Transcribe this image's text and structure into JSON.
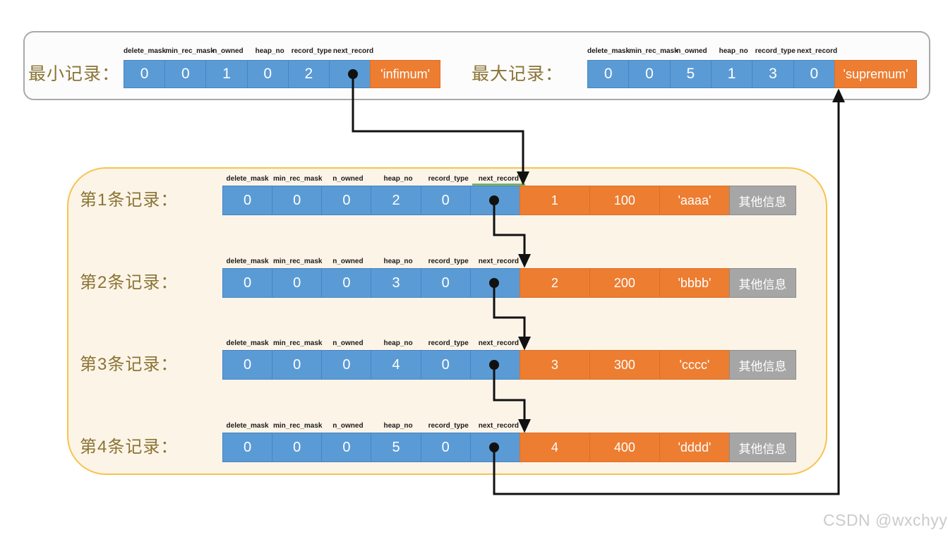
{
  "watermark": "CSDN @wxchyy",
  "colors": {
    "cell_blue": "#5b9bd5",
    "cell_orange": "#ed7d31",
    "cell_gray": "#a6a6a6",
    "label_gold": "#8a7434",
    "outer_box_border": "#a9a9a9",
    "inner_box_fill": "#fdf4e8",
    "inner_box_border": "#f6c44c",
    "arrow": "#111111",
    "highlight_green": "#6aa84f"
  },
  "field_labels": [
    "delete_mask",
    "min_rec_mask",
    "n_owned",
    "heap_no",
    "record_type",
    "next_record"
  ],
  "top_section": {
    "min_record": {
      "label": "最小记录：",
      "cells": [
        "0",
        "0",
        "1",
        "0",
        "2",
        ""
      ],
      "name_cell": "'infimum'"
    },
    "max_record": {
      "label": "最大记录：",
      "cells": [
        "0",
        "0",
        "5",
        "1",
        "3",
        "0"
      ],
      "name_cell": "'supremum'"
    }
  },
  "records": [
    {
      "label": "第1条记录：",
      "cells": [
        "0",
        "0",
        "0",
        "2",
        "0",
        ""
      ],
      "key": "1",
      "value": "100",
      "data": "'aaaa'",
      "other": "其他信息"
    },
    {
      "label": "第2条记录：",
      "cells": [
        "0",
        "0",
        "0",
        "3",
        "0",
        ""
      ],
      "key": "2",
      "value": "200",
      "data": "'bbbb'",
      "other": "其他信息"
    },
    {
      "label": "第3条记录：",
      "cells": [
        "0",
        "0",
        "0",
        "4",
        "0",
        ""
      ],
      "key": "3",
      "value": "300",
      "data": "'cccc'",
      "other": "其他信息"
    },
    {
      "label": "第4条记录：",
      "cells": [
        "0",
        "0",
        "0",
        "5",
        "0",
        ""
      ],
      "key": "4",
      "value": "400",
      "data": "'dddd'",
      "other": "其他信息"
    }
  ]
}
